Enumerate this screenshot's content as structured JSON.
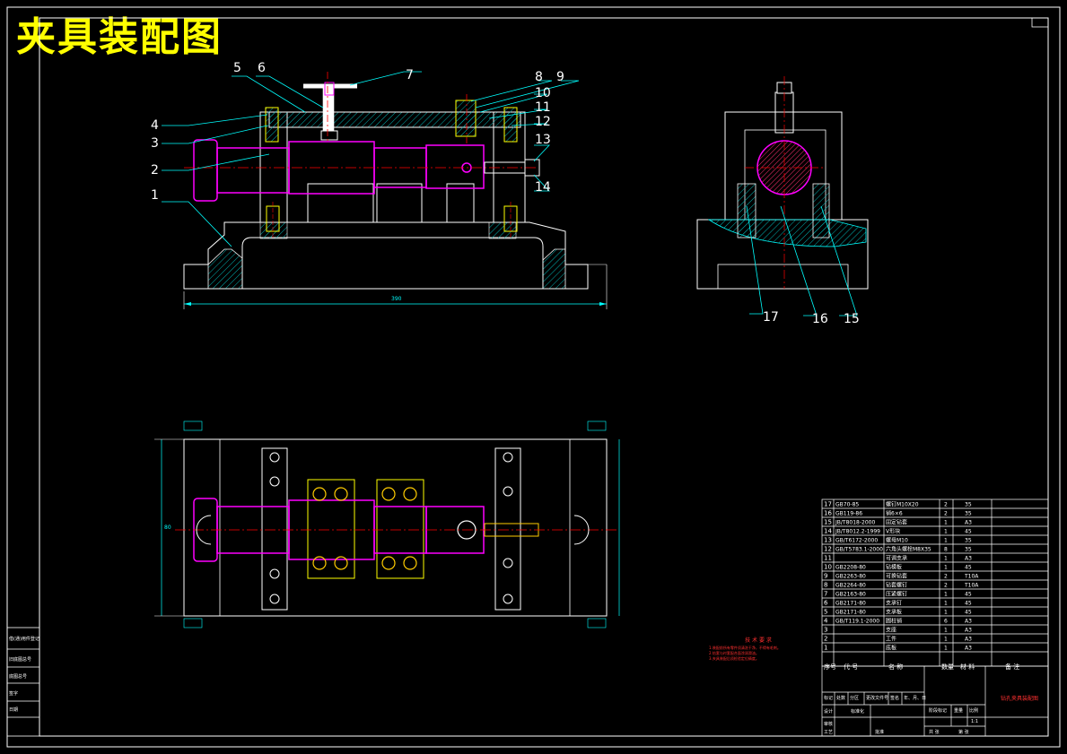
{
  "drawing_title": "夹具装配图",
  "balloons": {
    "front": [
      {
        "n": "1"
      },
      {
        "n": "2"
      },
      {
        "n": "3"
      },
      {
        "n": "4"
      },
      {
        "n": "5"
      },
      {
        "n": "6"
      },
      {
        "n": "7"
      },
      {
        "n": "8"
      },
      {
        "n": "9"
      },
      {
        "n": "10"
      },
      {
        "n": "11"
      },
      {
        "n": "12"
      },
      {
        "n": "13"
      },
      {
        "n": "14"
      }
    ],
    "side": [
      {
        "n": "15"
      },
      {
        "n": "16"
      },
      {
        "n": "17"
      }
    ]
  },
  "bom": {
    "header": {
      "seq": "序号",
      "code": "代 号",
      "name": "名 称",
      "qty": "数量",
      "material": "材 料",
      "note": "备 注"
    },
    "rows": [
      {
        "seq": "17",
        "code": "GB70-85",
        "name": "螺钉M10X20",
        "qty": "2",
        "material": "35"
      },
      {
        "seq": "16",
        "code": "GB119-86",
        "name": "销6×6",
        "qty": "2",
        "material": "35"
      },
      {
        "seq": "15",
        "code": "JB/T8018-2000",
        "name": "固定钻套",
        "qty": "1",
        "material": "A3"
      },
      {
        "seq": "14",
        "code": "JB/T8012.2-1999",
        "name": "V形块",
        "qty": "1",
        "material": "45"
      },
      {
        "seq": "13",
        "code": "GB/T6172-2000",
        "name": "螺母M10",
        "qty": "1",
        "material": "35"
      },
      {
        "seq": "12",
        "code": "GB/T5783.1-2000",
        "name": "六角头螺栓M8X35",
        "qty": "8",
        "material": "35"
      },
      {
        "seq": "11",
        "code": "",
        "name": "可调支承",
        "qty": "1",
        "material": "A3"
      },
      {
        "seq": "10",
        "code": "GB2208-80",
        "name": "钻模板",
        "qty": "1",
        "material": "45"
      },
      {
        "seq": "9",
        "code": "GB2263-80",
        "name": "可换钻套",
        "qty": "2",
        "material": "T10A"
      },
      {
        "seq": "8",
        "code": "GB2264-80",
        "name": "钻套螺钉",
        "qty": "2",
        "material": "T10A"
      },
      {
        "seq": "7",
        "code": "GB2163-80",
        "name": "压紧螺钉",
        "qty": "1",
        "material": "45"
      },
      {
        "seq": "6",
        "code": "GB2171-80",
        "name": "支承钉",
        "qty": "1",
        "material": "45"
      },
      {
        "seq": "5",
        "code": "GB2171-80",
        "name": "支承板",
        "qty": "1",
        "material": "45"
      },
      {
        "seq": "4",
        "code": "GB/T119.1-2000",
        "name": "圆柱销",
        "qty": "6",
        "material": "A3"
      },
      {
        "seq": "3",
        "code": "",
        "name": "支座",
        "qty": "1",
        "material": "A3"
      },
      {
        "seq": "2",
        "code": "",
        "name": "工件",
        "qty": "1",
        "material": "A3"
      },
      {
        "seq": "1",
        "code": "",
        "name": "底板",
        "qty": "1",
        "material": "A3"
      }
    ]
  },
  "title_block": {
    "drawing_name": "钻孔夹具装配图",
    "scale": "1:1",
    "labels": [
      "标记",
      "处数",
      "分区",
      "更改文件号",
      "签名",
      "年、月、日",
      "设计",
      "标准化",
      "阶段标记",
      "重量",
      "比例",
      "审核",
      "工艺",
      "批准",
      "共 张",
      "第 张"
    ]
  },
  "left_strip": [
    "借(通)用件登记",
    "旧底图总号",
    "底图总号",
    "签字",
    "日期"
  ],
  "tech_notes": {
    "title": "技 术 要 求",
    "lines": [
      "1.装配前所有零件须清洗干净，不得有毛刺。",
      "2.钻套与衬套配合面涂润滑油。",
      "3.夹具装配后须检验定位精度。"
    ]
  },
  "dimensions": {
    "front_length": "390",
    "plan_width": "80"
  },
  "colors": {
    "outline": "#ffffff",
    "part": "#ff00ff",
    "center": "#ff0000",
    "leader": "#00ffff",
    "hatch": "#00c0c0",
    "accent": "#ffff00",
    "bolt": "#ffcc00"
  }
}
